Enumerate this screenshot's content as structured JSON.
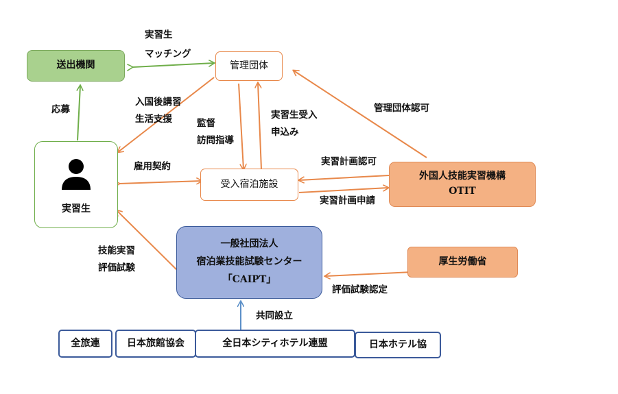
{
  "nodes": {
    "sending_org": "送出機関",
    "supervising_org": "管理団体",
    "trainee": "実習生",
    "facility": "受入宿泊施設",
    "otit_name": "外国人技能実習機構",
    "otit_abbr": "OTIT",
    "caipt_line1": "一般社団法人",
    "caipt_line2": "宿泊業技能試験センター",
    "caipt_line3": "「CAIPT」",
    "mhlw": "厚生労働省",
    "zenryoren": "全旅連",
    "ryokan_assoc": "日本旅館協会",
    "city_hotel": "全日本シティホテル連盟",
    "hotel_assoc": "日本ホテル協"
  },
  "labels": {
    "matching_1": "実習生",
    "matching_2": "マッチング",
    "apply": "応募",
    "training_1": "入国後講習",
    "training_2": "生活支援",
    "supervise_1": "監督",
    "supervise_2": "訪問指導",
    "accept_1": "実習生受入",
    "accept_2": "申込み",
    "org_approval": "管理団体認可",
    "employment": "雇用契約",
    "plan_approval": "実習計画認可",
    "plan_application": "実習計画申請",
    "skill_1": "技能実習",
    "skill_2": "評価試験",
    "exam_cert": "評価試験認定",
    "joint": "共同設立"
  },
  "colors": {
    "orange": "#e8884a",
    "green": "#6fae4a",
    "blue": "#5b8fc8",
    "navy": "#3b5a9a"
  }
}
